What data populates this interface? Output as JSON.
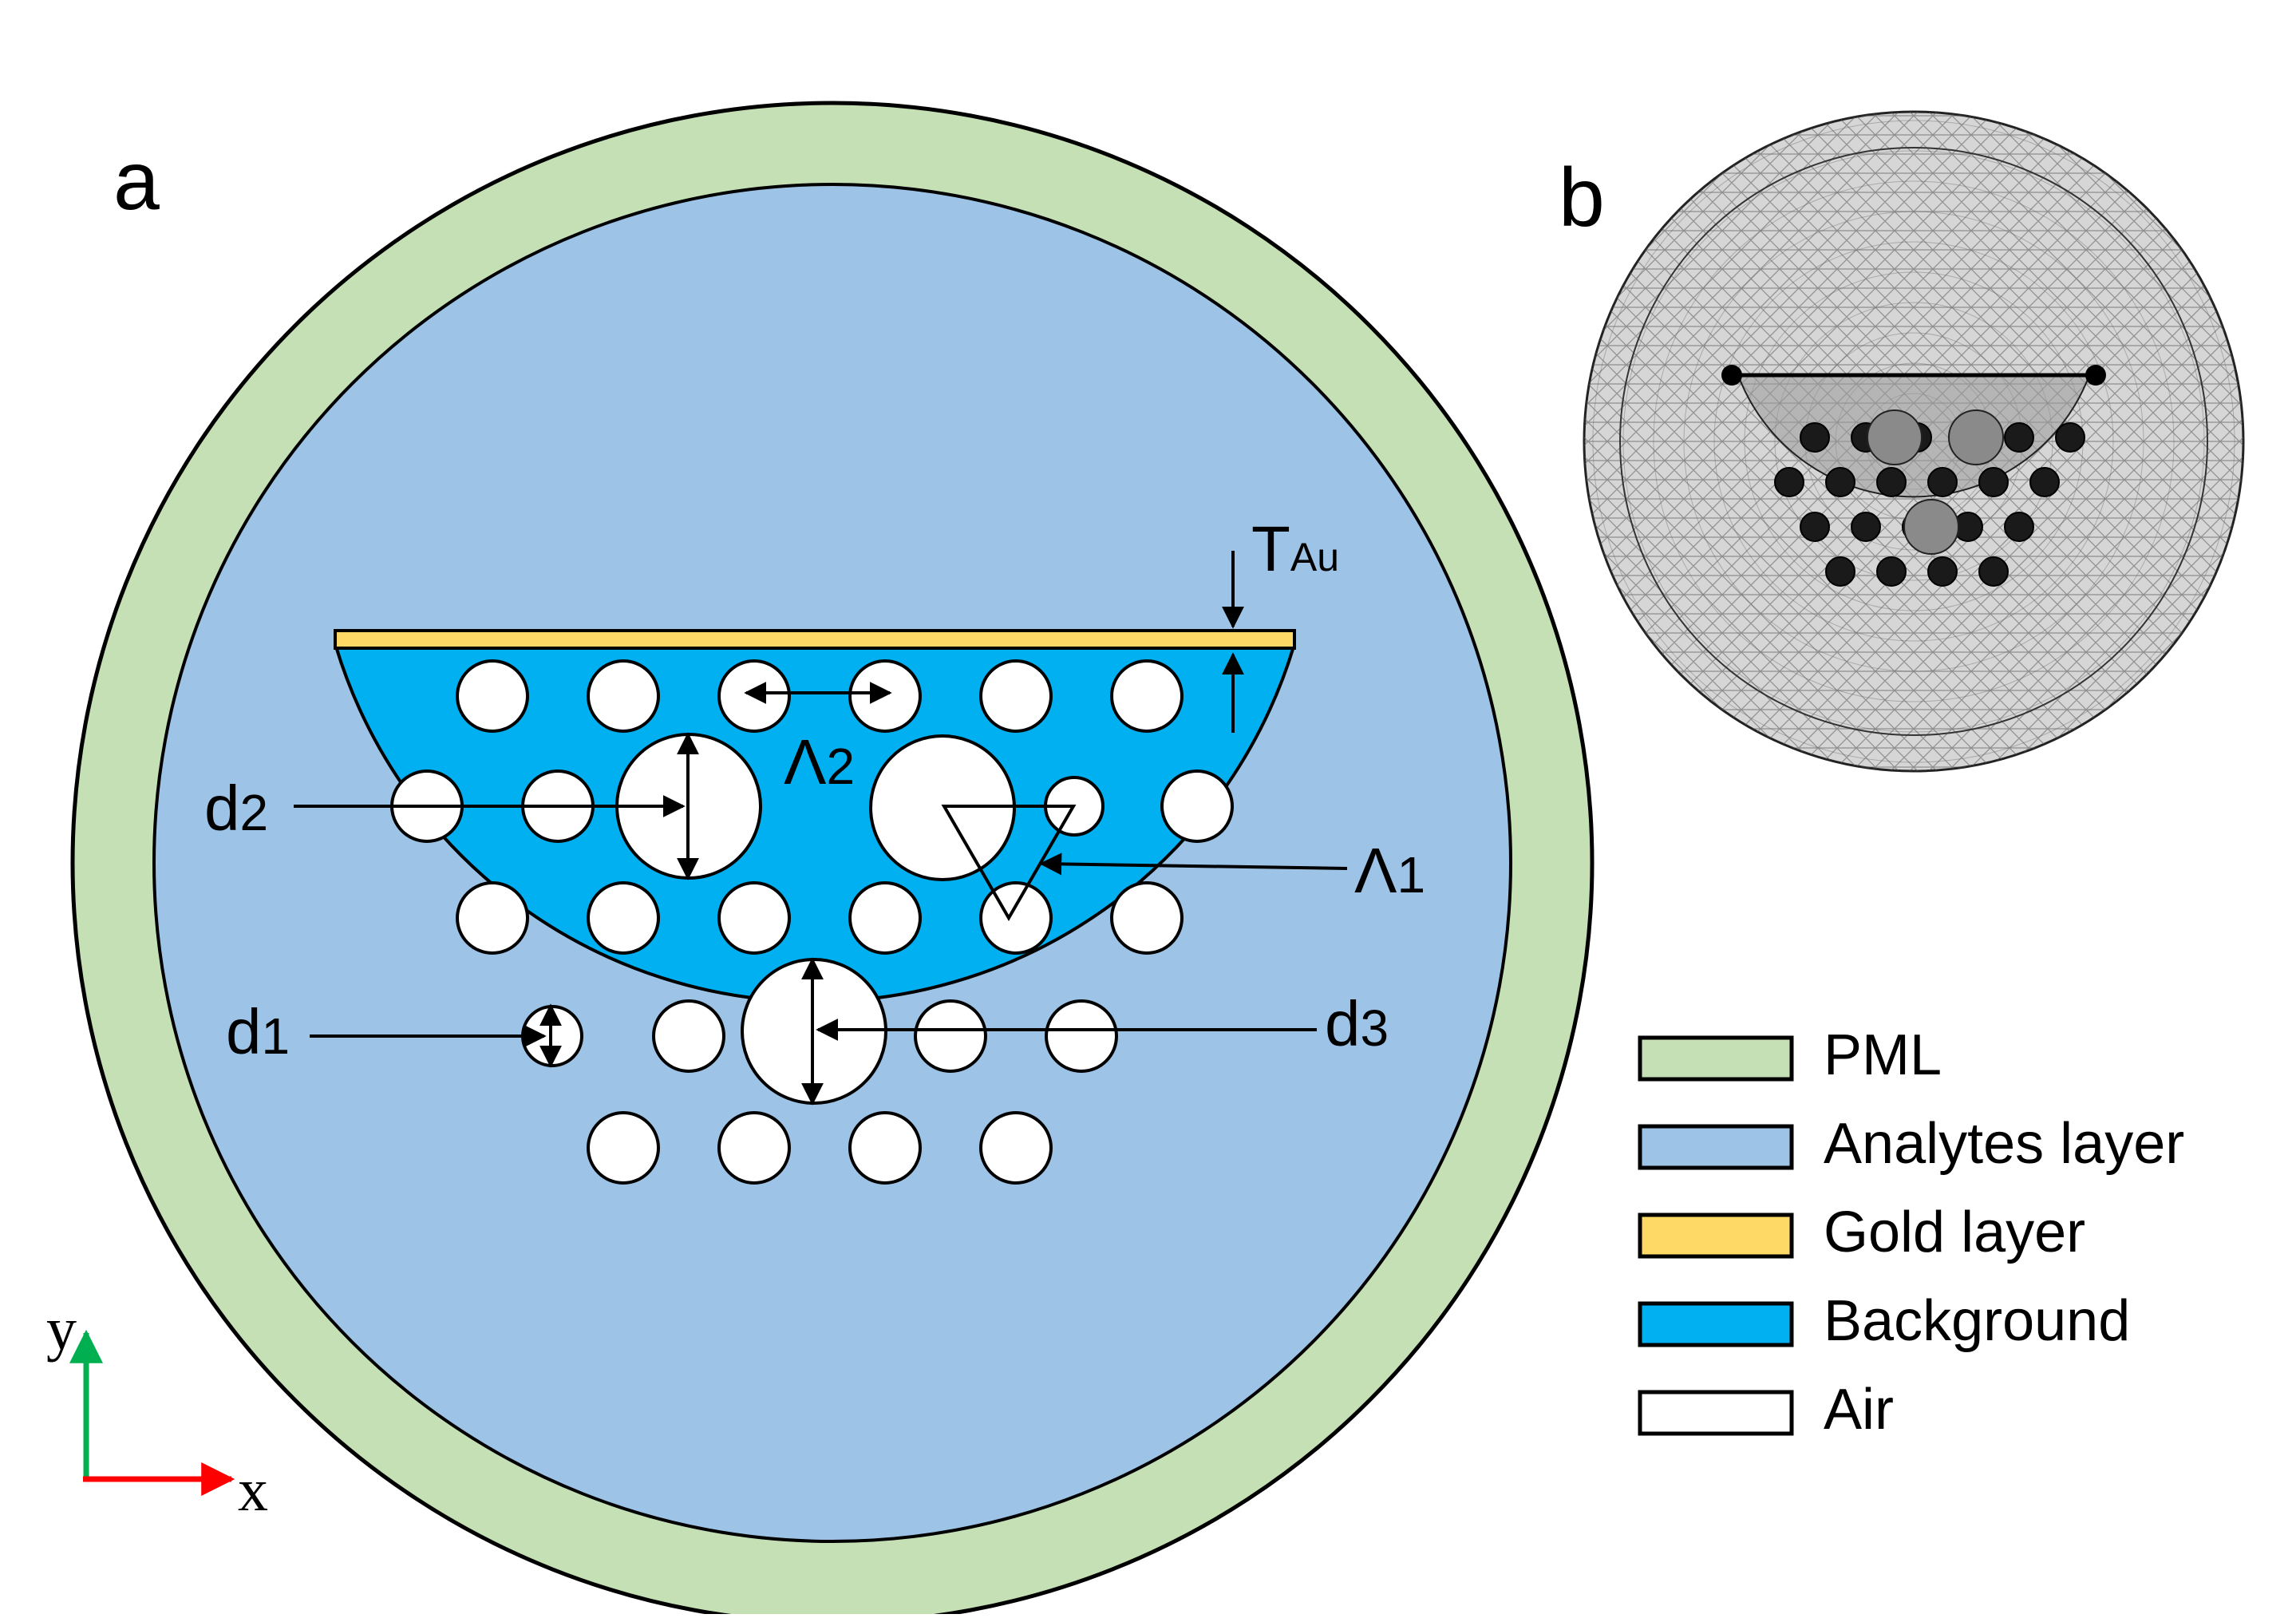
{
  "panels": {
    "a": {
      "label": "a"
    },
    "b": {
      "label": "b"
    }
  },
  "annotations": {
    "t_au": {
      "main": "T",
      "sub": "Au"
    },
    "lambda2": {
      "main": "Λ",
      "sub": "2"
    },
    "lambda1": {
      "main": "Λ",
      "sub": "1"
    },
    "d2": {
      "main": "d",
      "sub": "2"
    },
    "d1": {
      "main": "d",
      "sub": "1"
    },
    "d3": {
      "main": "d",
      "sub": "3"
    }
  },
  "axes": {
    "y": "y",
    "x": "x"
  },
  "legend": [
    {
      "label": "PML",
      "color": "#c5e0b4"
    },
    {
      "label": "Analytes layer",
      "color": "#9dc3e6"
    },
    {
      "label": "Gold layer",
      "color": "#ffd966"
    },
    {
      "label": "Background",
      "color": "#00b0f0"
    },
    {
      "label": "Air",
      "color": "#ffffff"
    }
  ],
  "colors": {
    "pml": "#c5e0b4",
    "analyte": "#9dc3e6",
    "gold": "#ffd966",
    "background": "#00b0f0",
    "air": "#ffffff",
    "axis_y": "#00b050",
    "axis_x": "#ff0000",
    "mesh_fill": "#d9d9d9",
    "mesh_line": "#555555"
  }
}
